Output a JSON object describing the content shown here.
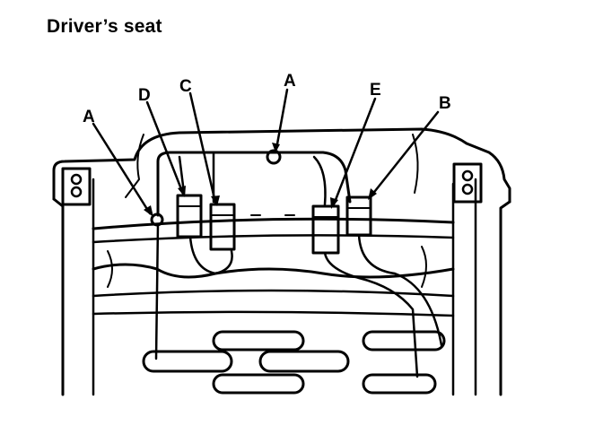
{
  "title": "Driver’s seat",
  "callouts": {
    "a_left": "A",
    "d": "D",
    "c": "C",
    "a_top": "A",
    "e": "E",
    "b": "B"
  },
  "colors": {
    "ink": "#000000",
    "paper": "#ffffff"
  }
}
